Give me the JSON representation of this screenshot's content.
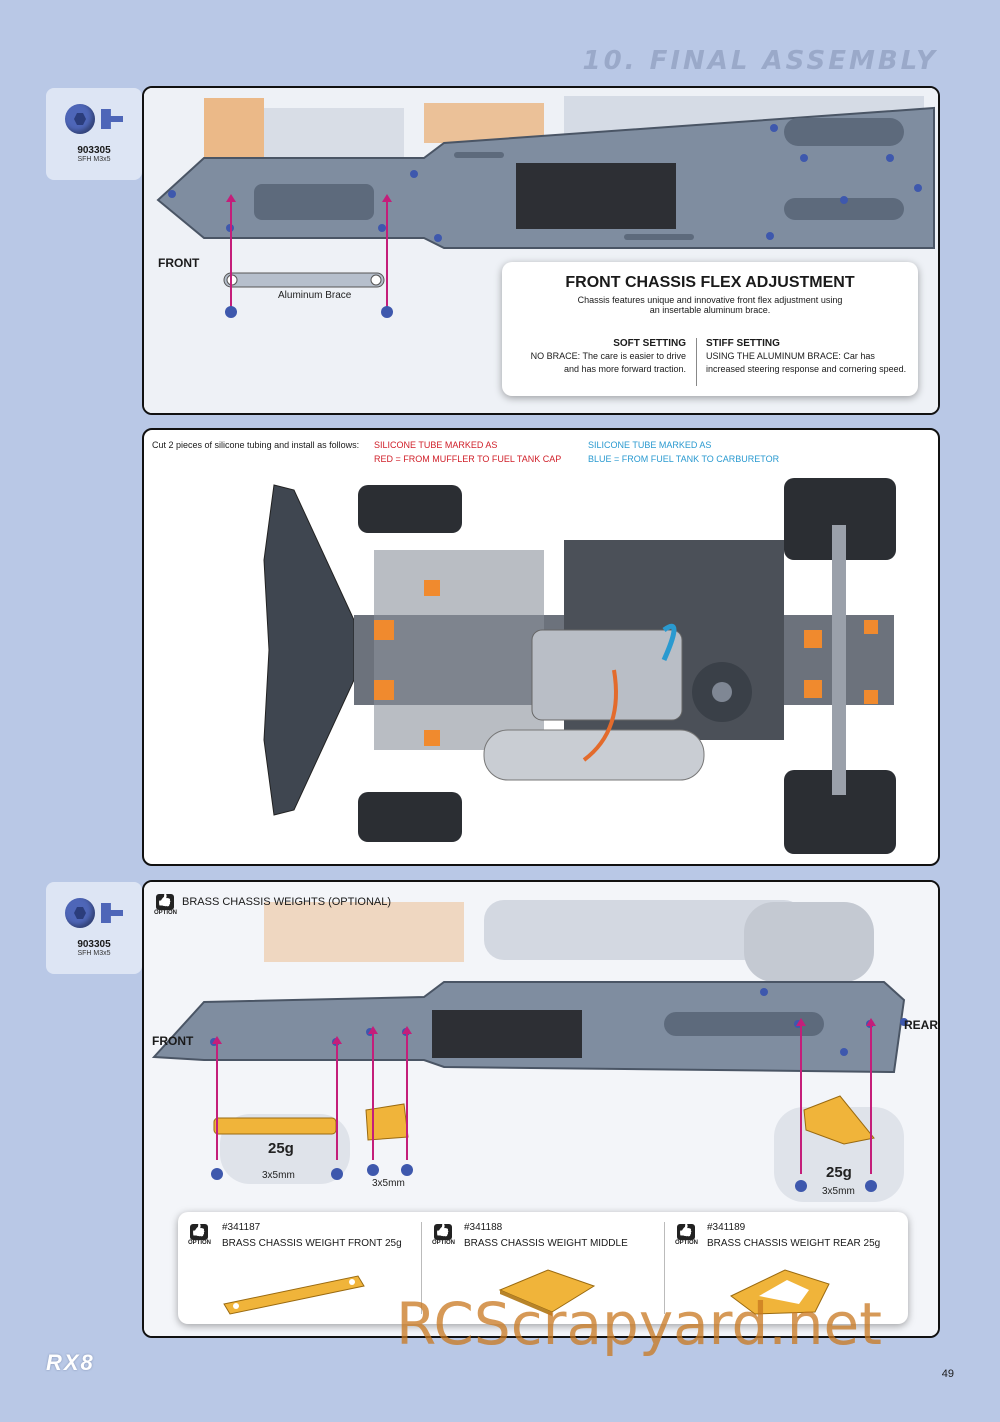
{
  "page": {
    "section_title": "10. FINAL ASSEMBLY",
    "page_number": "49",
    "brand": "RX8",
    "watermark": "RCScrapyard.net"
  },
  "part_tag_1": {
    "code": "903305",
    "desc": "SFH M3x5"
  },
  "part_tag_2": {
    "code": "903305",
    "desc": "SFH M3x5"
  },
  "panel1": {
    "front_label": "FRONT",
    "brace_label": "Aluminum Brace",
    "info": {
      "title": "FRONT CHASSIS FLEX ADJUSTMENT",
      "intro_line1": "Chassis features unique and innovative front flex adjustment using",
      "intro_line2": "an insertable aluminum brace.",
      "soft_title": "SOFT SETTING",
      "soft_line1": "NO BRACE: The care is easier to drive",
      "soft_line2": "and has more forward traction.",
      "stiff_title": "STIFF SETTING",
      "stiff_line1": "USING THE ALUMINUM BRACE: Car has",
      "stiff_line2": "increased steering response and cornering speed."
    }
  },
  "panel2": {
    "instruction": "Cut 2 pieces of silicone tubing and install as follows:",
    "red_line1": "SILICONE TUBE MARKED AS",
    "red_line2": "RED = FROM MUFFLER TO FUEL TANK CAP",
    "blue_line1": "SILICONE TUBE MARKED AS",
    "blue_line2": "BLUE = FROM FUEL TANK TO CARBURETOR",
    "colors": {
      "red": "#d0202a",
      "blue": "#2a9ad0"
    }
  },
  "panel3": {
    "title": "BRASS CHASSIS WEIGHTS (OPTIONAL)",
    "option_label": "OPTION",
    "front_label": "FRONT",
    "rear_label": "REAR",
    "weight_front": "25g",
    "weight_rear": "25g",
    "screw_front": "3x5mm",
    "screw_middle": "3x5mm",
    "screw_rear": "3x5mm",
    "options": [
      {
        "code": "#341187",
        "name": "BRASS CHASSIS WEIGHT FRONT 25g",
        "badge": "OPTION"
      },
      {
        "code": "#341188",
        "name": "BRASS CHASSIS WEIGHT MIDDLE",
        "badge": "OPTION"
      },
      {
        "code": "#341189",
        "name": "BRASS CHASSIS WEIGHT REAR 25g",
        "badge": "OPTION"
      }
    ]
  }
}
